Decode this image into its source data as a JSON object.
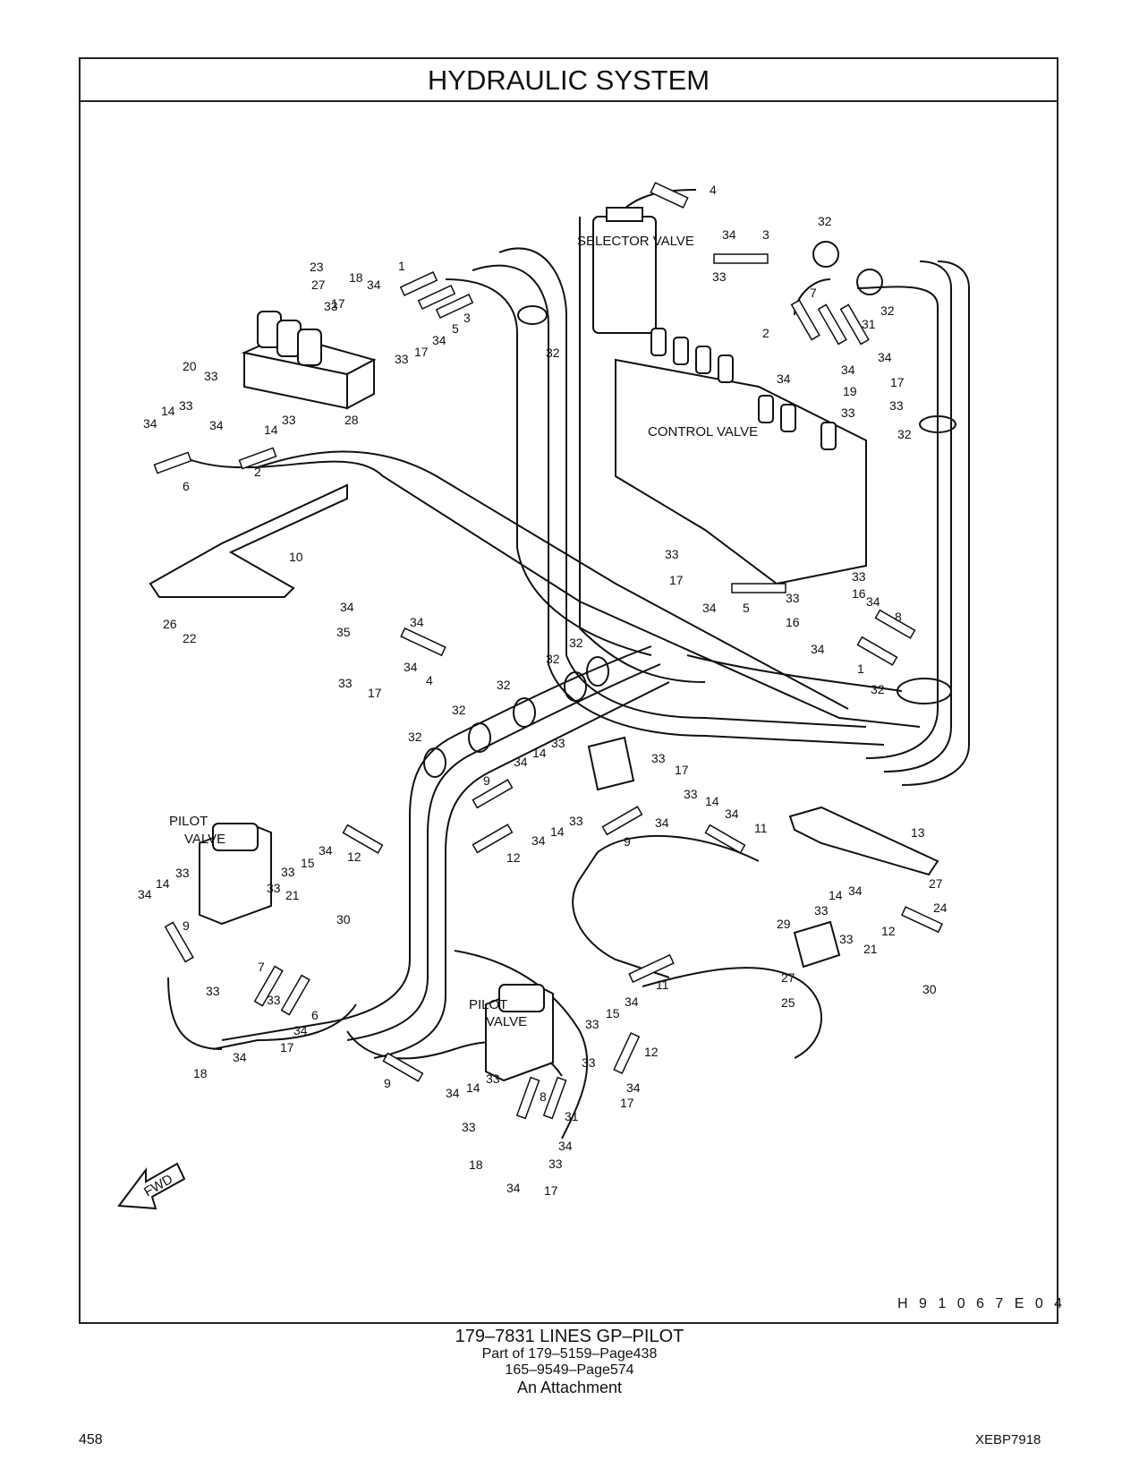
{
  "title": "HYDRAULIC   SYSTEM",
  "drawing_code": "H 9 1 0 6 7 E    0 4",
  "caption": {
    "main": "179–7831   LINES  GP–PILOT",
    "line2": "Part of 179–5159–Page438",
    "line3": "165–9549–Page574",
    "line4": "An Attachment"
  },
  "page_number": "458",
  "doc_code": "XEBP7918",
  "components": {
    "selector_valve": "SELECTOR VALVE",
    "control_valve": "CONTROL VALVE",
    "pilot": "PILOT",
    "valve": "VALVE",
    "fwd": "FWD"
  },
  "callouts": [
    "1",
    "2",
    "3",
    "4",
    "5",
    "6",
    "7",
    "8",
    "9",
    "10",
    "11",
    "12",
    "13",
    "14",
    "15",
    "16",
    "17",
    "18",
    "19",
    "20",
    "21",
    "22",
    "23",
    "24",
    "25",
    "26",
    "27",
    "28",
    "29",
    "30",
    "31",
    "32",
    "33",
    "34",
    "35"
  ]
}
